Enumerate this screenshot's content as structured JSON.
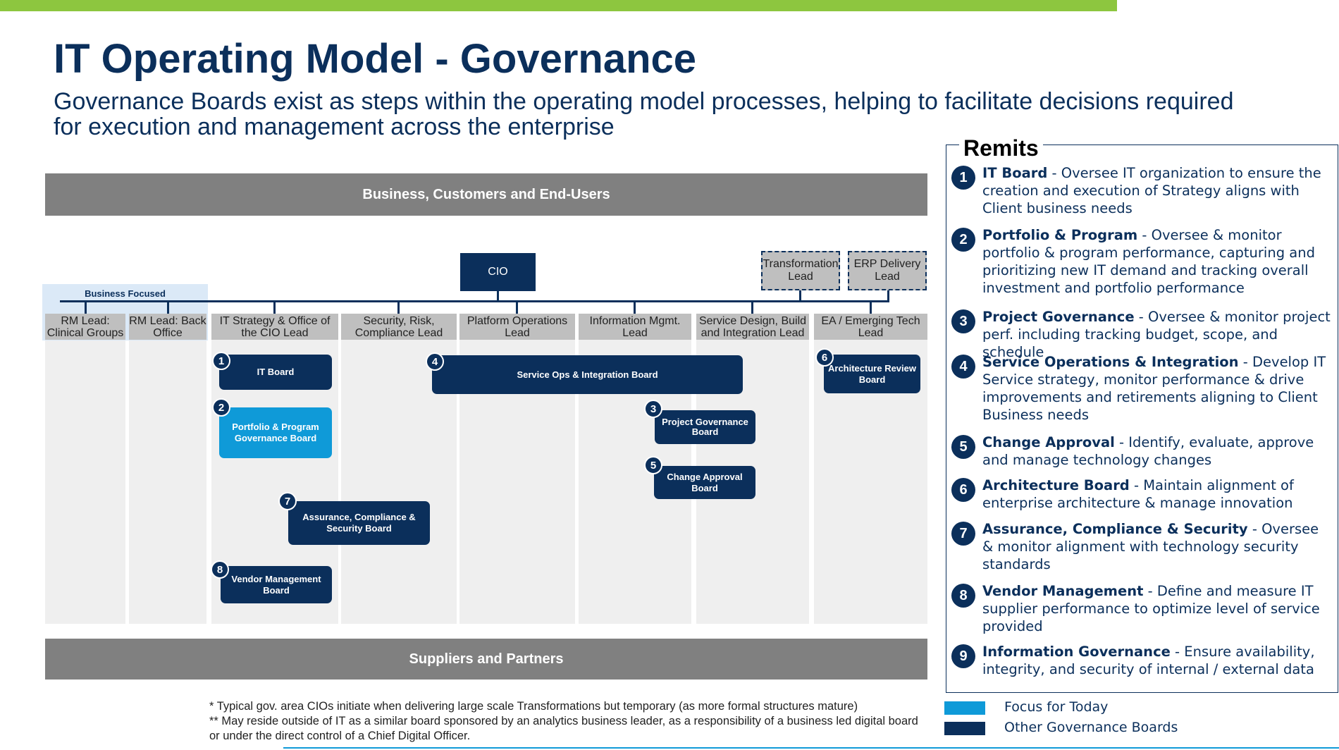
{
  "header": {
    "title": "IT Operating Model - Governance",
    "subtitle": "Governance Boards exist as steps within the operating model processes, helping to facilitate decisions required for execution and management across the enterprise"
  },
  "diagram": {
    "top_band": "Business, Customers and End-Users",
    "bottom_band": "Suppliers and Partners",
    "cio": "CIO",
    "business_focused": "Business Focused",
    "temporary_leads": [
      "Transformation Lead",
      "ERP Delivery Lead"
    ],
    "leads": [
      "RM Lead: Clinical Groups",
      "RM Lead: Back Office",
      "IT Strategy & Office of the CIO Lead",
      "Security, Risk, Compliance Lead",
      "Platform Operations Lead",
      "Information Mgmt. Lead",
      "Service Design, Build and Integration Lead",
      "EA / Emerging Tech Lead"
    ],
    "boards": [
      {
        "num": "1",
        "label": "IT Board",
        "focus": false
      },
      {
        "num": "2",
        "label": "Portfolio & Program Governance Board",
        "focus": true
      },
      {
        "num": "3",
        "label": "Project Governance Board",
        "focus": false
      },
      {
        "num": "4",
        "label": "Service Ops & Integration Board",
        "focus": false
      },
      {
        "num": "5",
        "label": "Change Approval Board",
        "focus": false
      },
      {
        "num": "6",
        "label": "Architecture Review Board",
        "focus": false
      },
      {
        "num": "7",
        "label": "Assurance, Compliance & Security Board",
        "focus": false
      },
      {
        "num": "8",
        "label": "Vendor Management Board",
        "focus": false
      }
    ]
  },
  "remits": {
    "title": "Remits",
    "items": [
      {
        "num": "1",
        "name": "IT Board",
        "desc": " - Oversee IT organization to ensure the creation and execution of Strategy aligns with Client business needs"
      },
      {
        "num": "2",
        "name": "Portfolio & Program",
        "desc": " - Oversee & monitor portfolio & program performance, capturing and prioritizing new IT demand and tracking overall investment and portfolio performance"
      },
      {
        "num": "3",
        "name": "Project Governance",
        "desc": " - Oversee & monitor project perf. including tracking budget, scope, and schedule"
      },
      {
        "num": "4",
        "name": "Service Operations & Integration",
        "desc": " - Develop IT Service strategy, monitor performance & drive improvements and retirements aligning to Client Business needs"
      },
      {
        "num": "5",
        "name": "Change Approval",
        "desc": " - Identify, evaluate, approve and manage technology changes"
      },
      {
        "num": "6",
        "name": "Architecture Board",
        "desc": " - Maintain alignment of enterprise architecture & manage innovation"
      },
      {
        "num": "7",
        "name": "Assurance, Compliance & Security",
        "desc": " - Oversee & monitor alignment with technology security standards"
      },
      {
        "num": "8",
        "name": "Vendor Management",
        "desc": " - Define and measure IT supplier performance to optimize level of service provided"
      },
      {
        "num": "9",
        "name": "Information Governance",
        "desc": " - Ensure availability, integrity, and security of internal / external data"
      }
    ]
  },
  "footnotes": {
    "note1": "* Typical gov. area CIOs initiate when delivering large scale Transformations but temporary (as more formal structures mature)",
    "note2": "** May reside outside of IT as a similar board sponsored by an analytics business leader, as a responsibility of a business led digital board or under the direct control of a Chief Digital Officer."
  },
  "legend": {
    "focus_label": "Focus for Today",
    "other_label": "Other Governance Boards",
    "focus_color": "#0f9ad8",
    "other_color": "#0b2f5b"
  }
}
